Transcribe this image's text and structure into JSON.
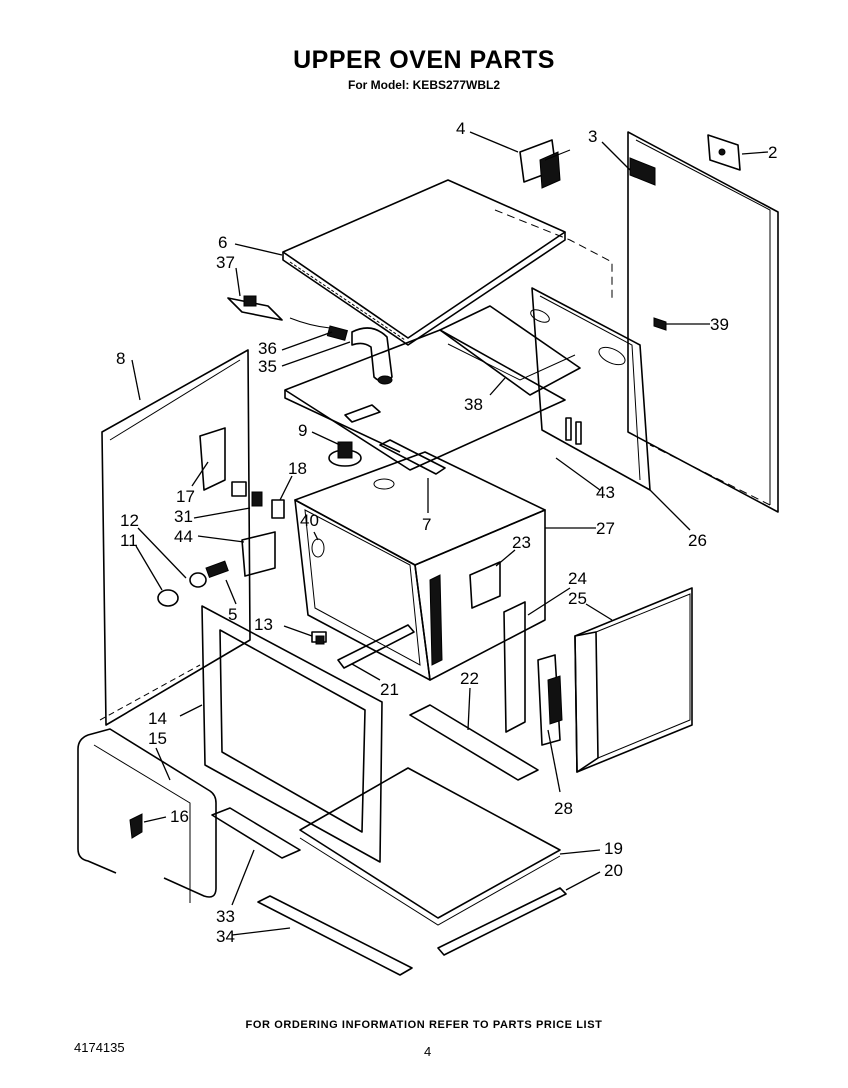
{
  "header": {
    "title": "UPPER OVEN PARTS",
    "subtitle": "For Model: KEBS277WBL2"
  },
  "footer": {
    "note": "FOR ORDERING INFORMATION REFER TO PARTS PRICE LIST",
    "doc_id": "4174135",
    "page_number": "4"
  },
  "callouts": {
    "c2": "2",
    "c3": "3",
    "c4": "4",
    "c5": "5",
    "c6": "6",
    "c7": "7",
    "c8": "8",
    "c9": "9",
    "c11": "11",
    "c12": "12",
    "c13": "13",
    "c14": "14",
    "c15": "15",
    "c16": "16",
    "c17": "17",
    "c18": "18",
    "c19": "19",
    "c20": "20",
    "c21": "21",
    "c22": "22",
    "c23": "23",
    "c24": "24",
    "c25": "25",
    "c26": "26",
    "c27": "27",
    "c28": "28",
    "c31": "31",
    "c33": "33",
    "c34": "34",
    "c35": "35",
    "c36": "36",
    "c37": "37",
    "c38": "38",
    "c39": "39",
    "c40": "40",
    "c43": "43",
    "c44": "44"
  }
}
